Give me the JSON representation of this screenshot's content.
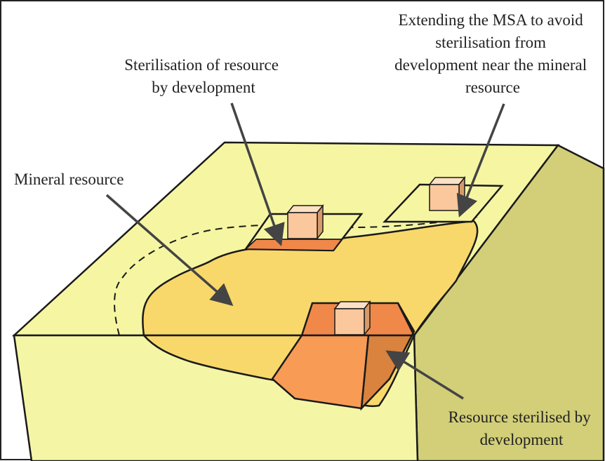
{
  "labels": {
    "sterilisation_by_development": {
      "line1": "Sterilisation of resource",
      "line2": "by development"
    },
    "extending_msa": {
      "line1": "Extending the MSA to avoid",
      "line2": "sterilisation from",
      "line3": "development near the mineral",
      "line4": "resource"
    },
    "mineral_resource": "Mineral resource",
    "resource_sterilised": {
      "line1": "Resource sterilised by",
      "line2": "development"
    }
  },
  "colors": {
    "ground_surface": "#f6f6a2",
    "ground_front": "#f4f6a6",
    "ground_side": "#d2cf78",
    "mineral_resource": "#f8d86a",
    "sterilised_light": "#f79b55",
    "sterilised_dark": "#d9833f",
    "development_footprint": "#f0884a",
    "building_front": "#fbc79c",
    "building_top": "#fde1c4",
    "building_side": "#d89a6a",
    "outline": "#1a1a1a"
  }
}
